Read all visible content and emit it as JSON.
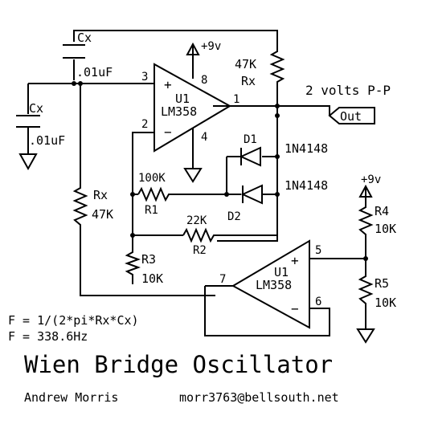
{
  "title": "Wien Bridge Oscillator",
  "author": "Andrew Morris",
  "email": "morr3763@bellsouth.net",
  "formula": "F = 1/(2*pi*Rx*Cx)",
  "frequency": "F = 338.6Hz",
  "output_amplitude": "2 volts P-P",
  "output_label": "Out",
  "supply_top": "+9v",
  "supply_right": "+9v",
  "opamp_top": {
    "name": "U1",
    "part": "LM358",
    "pin_noninv": "3",
    "pin_inv": "2",
    "pin_out": "1",
    "pin_vcc": "8",
    "pin_gnd": "4",
    "plus": "+",
    "minus": "−"
  },
  "opamp_bottom": {
    "name": "U1",
    "part": "LM358",
    "pin_noninv": "5",
    "pin_inv": "6",
    "pin_out": "7",
    "plus": "+",
    "minus": "−"
  },
  "cap_series": {
    "name": "Cx",
    "value": ".01uF"
  },
  "cap_shunt": {
    "name": "Cx",
    "value": ".01uF"
  },
  "res_series": {
    "name": "Rx",
    "value": "47K"
  },
  "res_shunt": {
    "name": "Rx",
    "value": "47K"
  },
  "r1": {
    "name": "R1",
    "value": "100K"
  },
  "r2": {
    "name": "R2",
    "value": "22K"
  },
  "r3": {
    "name": "R3",
    "value": "10K"
  },
  "r4": {
    "name": "R4",
    "value": "10K"
  },
  "r5": {
    "name": "R5",
    "value": "10K"
  },
  "d1": {
    "name": "D1",
    "part": "1N4148"
  },
  "d2": {
    "name": "D2",
    "part": "1N4148"
  }
}
